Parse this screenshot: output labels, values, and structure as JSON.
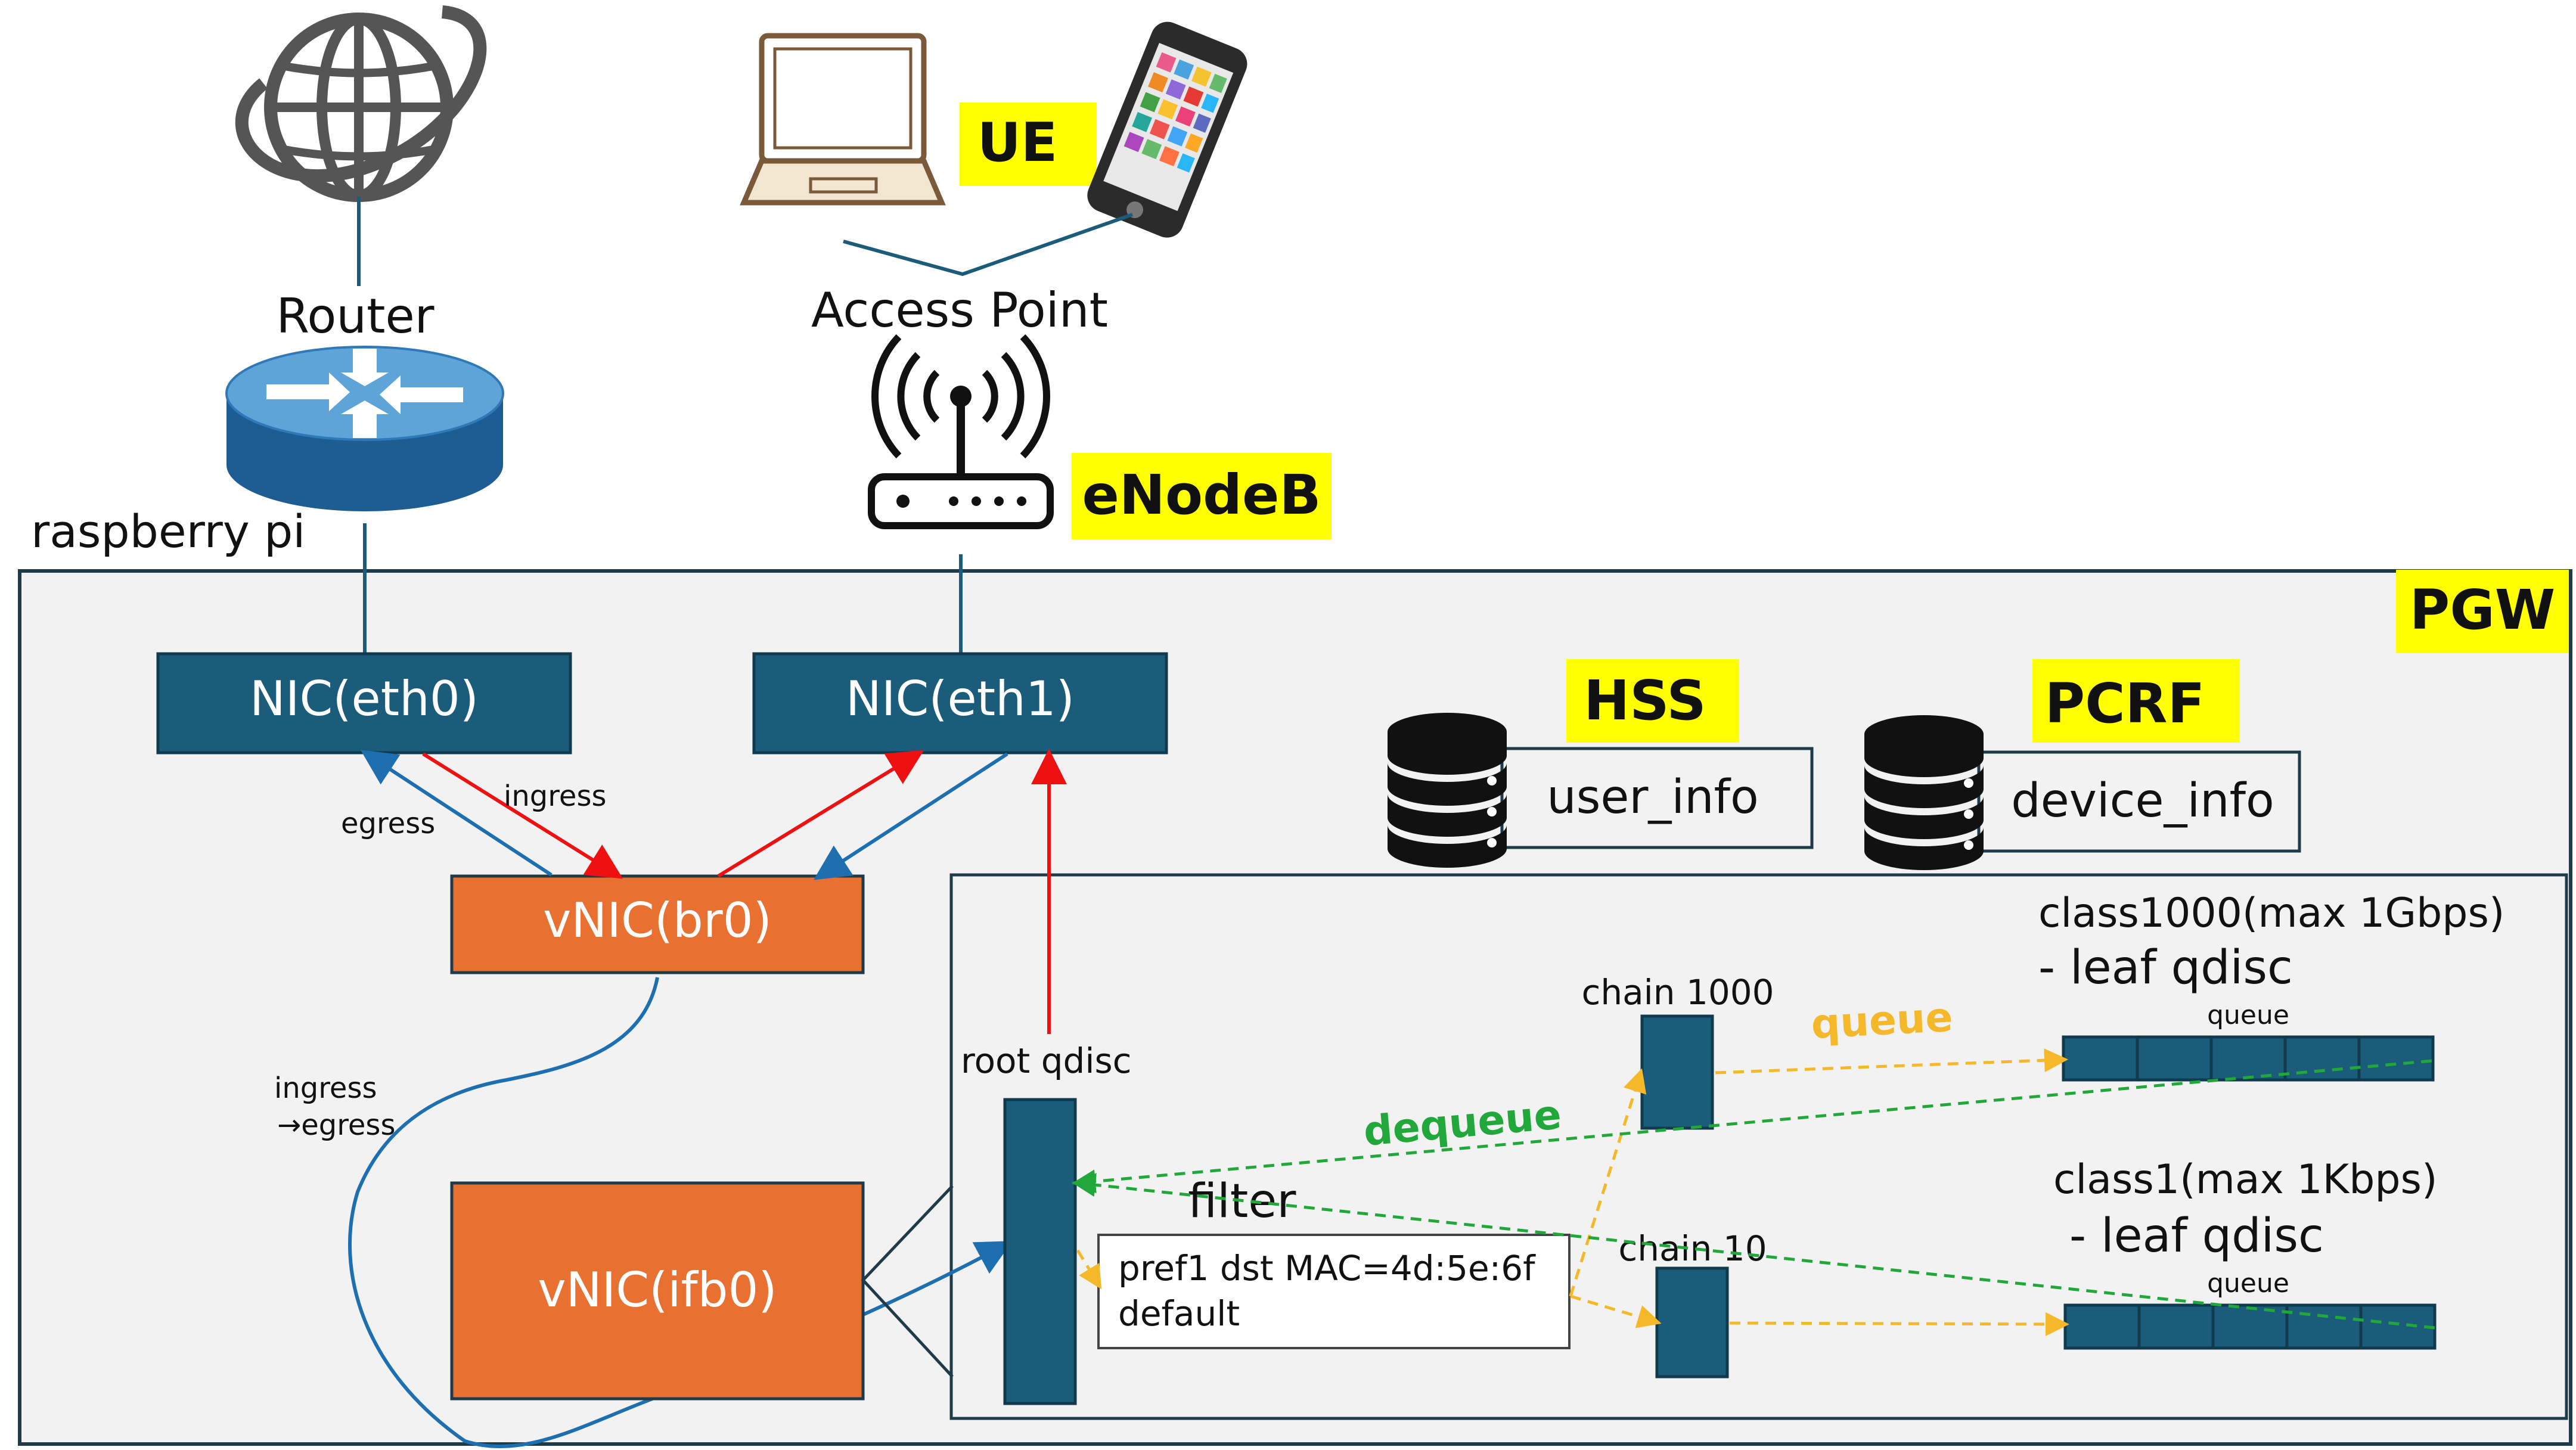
{
  "colors": {
    "nic_blue": "#1a5c7a",
    "vnic_orange": "#e87030",
    "highlight_yellow": "#ffff00",
    "pgw_panel": "#f2f2f2",
    "red_arrow": "#ee1111",
    "blue_arrow": "#1e6fb0",
    "orange_dash": "#f5b82a",
    "green_dash": "#22a83a"
  },
  "icons": [
    "globe-icon",
    "router-icon",
    "laptop-icon",
    "smartphone-icon",
    "wifi-access-point-icon",
    "database-icon"
  ],
  "labels": {
    "router": "Router",
    "raspberry_pi": "raspberry pi",
    "access_point": "Access Point",
    "ue": "UE",
    "enodeb": "eNodeB",
    "pgw": "PGW",
    "hss": "HSS",
    "pcrf": "PCRF",
    "user_info": "user_info",
    "device_info": "device_info",
    "nic_eth0": "NIC(eth0)",
    "nic_eth1": "NIC(eth1)",
    "vnic_br0": "vNIC(br0)",
    "vnic_ifb0": "vNIC(ifb0)",
    "egress": "egress",
    "ingress": "ingress",
    "ingress_egress_1": "ingress",
    "ingress_egress_2": "→egress",
    "root_qdisc": "root qdisc",
    "filter": "filter",
    "filter_rule_1": "pref1 dst MAC=4d:5e:6f",
    "filter_rule_2": "default",
    "chain_1000": "chain 1000",
    "chain_10": "chain 10",
    "queue_action": "queue",
    "dequeue_action": "dequeue",
    "class1000_title": "class1000(max 1Gbps)",
    "class1000_sub": "- leaf qdisc",
    "class1_title": "class1(max 1Kbps)",
    "class1_sub": "- leaf qdisc",
    "queue_small_1": "queue",
    "queue_small_2": "queue"
  }
}
